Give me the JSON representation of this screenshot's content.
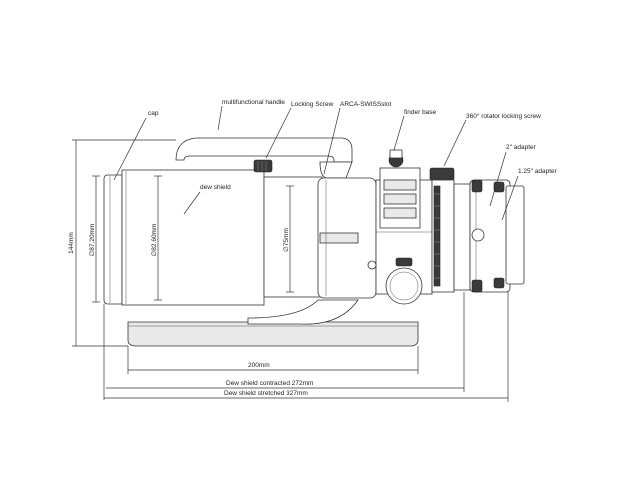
{
  "labels": {
    "multifunctional_handle": "multifunctional handle",
    "locking_screw": "Locking Screw",
    "arca_swiss_slot": "ARCA-SWISSslot",
    "finder_base": "finder base",
    "rotator_locking_screw": "360°  rotator locking screw",
    "cap": "cap",
    "dew_shield": "dew shield",
    "adapter_2in": "2\" adapter",
    "adapter_125in": "1.25\" adapter"
  },
  "dimensions": {
    "cap_diameter": "∅87.20mm",
    "dew_shield_diameter": "∅82.60mm",
    "tube_diameter": "∅75mm",
    "height": "144mm",
    "base_length": "200mm",
    "contracted": "Dew shield contracted 272mm",
    "stretched": "Dew shield stretched 327mm"
  }
}
